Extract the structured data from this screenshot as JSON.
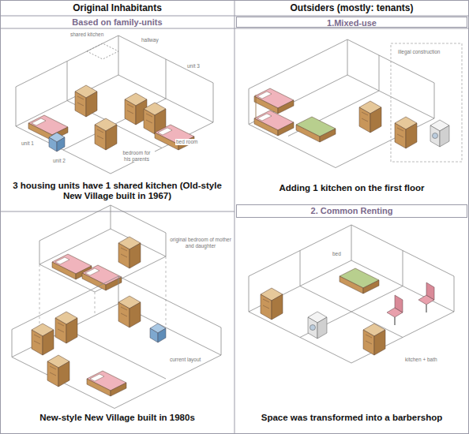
{
  "diagram": {
    "nodes": [
      {
        "text": [
          "Original Inhabitants"
        ]
      },
      {
        "text": [
          "Outsiders (mostly: tenants)"
        ]
      },
      {
        "text": [
          "Based on family-units"
        ]
      },
      {
        "text": [
          "1.Mixed-use"
        ]
      },
      {
        "text": [
          "3 housing units have 1 shared kitchen (Old-style New Village built in 1967)"
        ]
      },
      {
        "text": [
          "Adding 1 kitchen on the first floor"
        ]
      },
      {
        "text": [
          "2. Common Renting"
        ]
      },
      {
        "text": [
          "New-style New Village built in 1980s"
        ]
      },
      {
        "text": [
          "Space was transformed into  a barbershop"
        ]
      }
    ],
    "labels": [
      "shared kitchen",
      "hallway",
      "unit 1",
      "unit 2",
      "unit 3",
      "bedroom for his parents",
      "bed room",
      "illegal construction",
      "original bedroom of mother and daughter",
      "current layout",
      "bed",
      "kitchen + bath"
    ]
  }
}
